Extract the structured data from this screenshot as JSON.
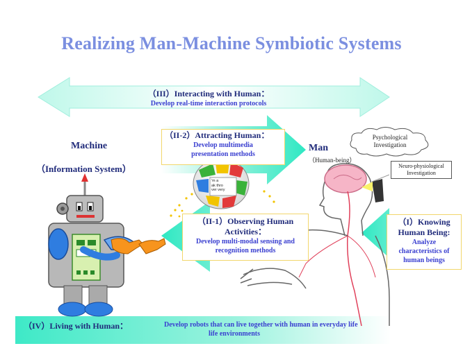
{
  "title": "Realizing Man-Machine Symbiotic Systems",
  "machine": {
    "label": "Machine",
    "sublabel": "（Information System）"
  },
  "man": {
    "label": "Man",
    "sublabel": "（Human-being）"
  },
  "interacting": {
    "heading": "（III）Interacting with Human：",
    "detail": "Develop real-time interaction protocols"
  },
  "attracting": {
    "heading": "（II-2）Attracting Human：",
    "detail_line1": "Develop multimedia",
    "detail_line2": "presentation methods"
  },
  "observing": {
    "heading_line1": "（II-1）Observing Human",
    "heading_line2": "Activities：",
    "detail_line1": "Develop multi-modal sensing and",
    "detail_line2": "recognition methods"
  },
  "knowing": {
    "heading_line1": "（I）Knowing",
    "heading_line2": "Human Being:",
    "detail_line1": "Analyze",
    "detail_line2": "characteristics of",
    "detail_line3": "human beings"
  },
  "living": {
    "heading": "（IV）Living with Human：",
    "detail_line1": "Develop robots that can live together with human in  everyday life",
    "detail_line2": "life environments"
  },
  "psych_cloud": {
    "line1": "Psychological",
    "line2": "Investigation"
  },
  "neuro_box": {
    "line1": "Neuro-physiological",
    "line2": "Investigation"
  },
  "globe_text": {
    "line1": "'m a",
    "line2": "ak thro",
    "line3": "ver very"
  },
  "colors": {
    "arrow_fill": "#35ecc7",
    "title": "#7b8fe0",
    "text_dark": "#1f2a7a",
    "text_blue": "#3a3fd0",
    "robot_body": "#b8b8b8",
    "robot_blue": "#2f7de0",
    "hand_orange": "#f7941d"
  }
}
